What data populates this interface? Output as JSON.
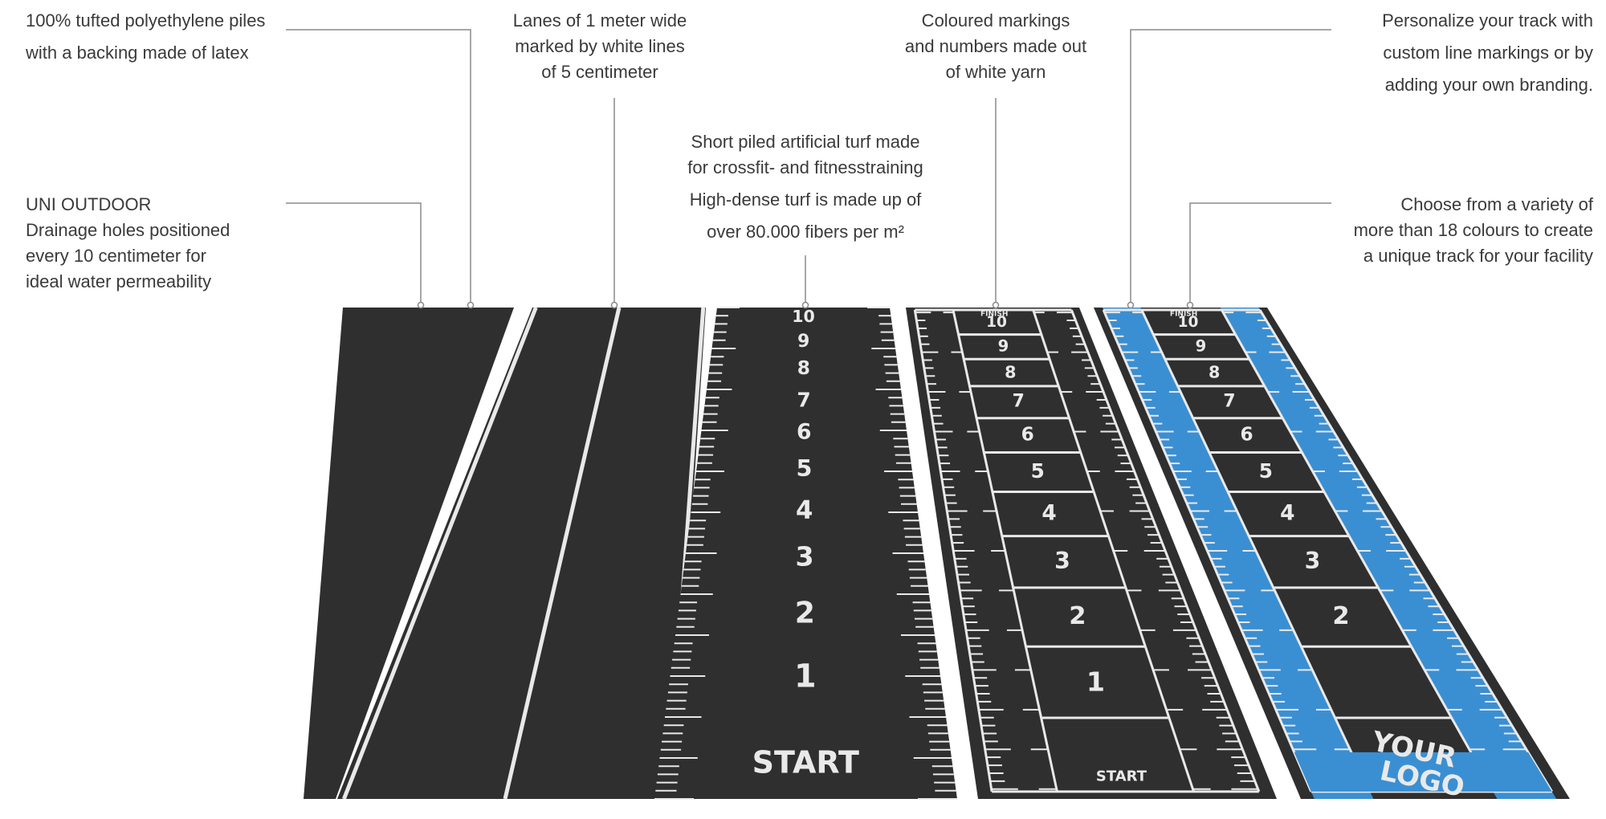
{
  "annotations": {
    "piles": {
      "lines": [
        "100% tufted polyethylene piles",
        "with a backing made of latex"
      ]
    },
    "drainage": {
      "lines": [
        "UNI OUTDOOR",
        "Drainage holes positioned",
        "every 10 centimeter for",
        "ideal water permeability"
      ]
    },
    "lanes": {
      "lines": [
        "Lanes of 1 meter wide",
        "marked by white lines",
        "of 5 centimeter"
      ]
    },
    "turf": {
      "lines": [
        "Short piled artificial turf made",
        "for crossfit- and fitnesstraining",
        "High-dense turf is made up of",
        "over 80.000 fibers per m²"
      ]
    },
    "markings": {
      "lines": [
        "Coloured markings",
        "and numbers made out",
        "of white yarn"
      ]
    },
    "personalize": {
      "lines": [
        "Personalize your track with",
        "custom line markings or by",
        "adding your own branding."
      ]
    },
    "colours": {
      "lines": [
        "Choose from a variety of",
        "more than 18 colours to create",
        "a unique track for your facility"
      ]
    }
  },
  "tracks": {
    "numbers": [
      "10",
      "9",
      "8",
      "7",
      "6",
      "5",
      "4",
      "3",
      "2",
      "1"
    ],
    "start_label": "START",
    "finish_label": "FINISH",
    "logo_lines": [
      "YOUR",
      "LOGO"
    ],
    "colors": {
      "turf": "#2f2f2f",
      "turf_dark": "#262626",
      "line": "#e9e9e9",
      "accent_blue": "#3a8fd3"
    }
  }
}
